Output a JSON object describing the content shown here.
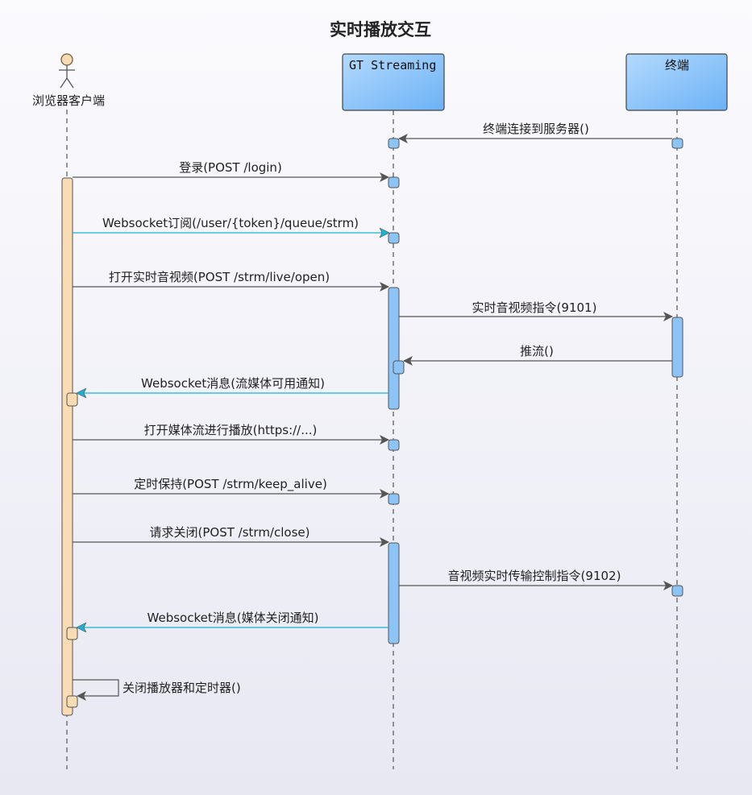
{
  "title": "实时播放交互",
  "participants": {
    "browser": {
      "label": "浏览器客户端"
    },
    "server": {
      "label": "GT Streaming"
    },
    "terminal": {
      "label": "终端"
    }
  },
  "messages": [
    {
      "id": "m1",
      "label": "终端连接到服务器()"
    },
    {
      "id": "m2",
      "label": "登录(POST /login)"
    },
    {
      "id": "m3",
      "label": "Websocket订阅(/user/{token}/queue/strm)"
    },
    {
      "id": "m4",
      "label": "打开实时音视频(POST /strm/live/open)"
    },
    {
      "id": "m5",
      "label": "实时音视频指令(9101)"
    },
    {
      "id": "m6",
      "label": "推流()"
    },
    {
      "id": "m7",
      "label": "Websocket消息(流媒体可用通知)"
    },
    {
      "id": "m8",
      "label": "打开媒体流进行播放(https://...)"
    },
    {
      "id": "m9",
      "label": "定时保持(POST /strm/keep_alive)"
    },
    {
      "id": "m10",
      "label": "请求关闭(POST /strm/close)"
    },
    {
      "id": "m11",
      "label": "音视频实时传输控制指令(9102)"
    },
    {
      "id": "m12",
      "label": "Websocket消息(媒体关闭通知)"
    },
    {
      "id": "m13",
      "label": "关闭播放器和定时器()"
    }
  ],
  "colors": {
    "activation_browser": "#f9dcb4",
    "activation_server": "#8cc4f8",
    "participant_fill": "#8fc6fa",
    "async_arrow": "#1ab2d6",
    "sync_arrow": "#555555",
    "actor_head": "#f6dcb4"
  }
}
